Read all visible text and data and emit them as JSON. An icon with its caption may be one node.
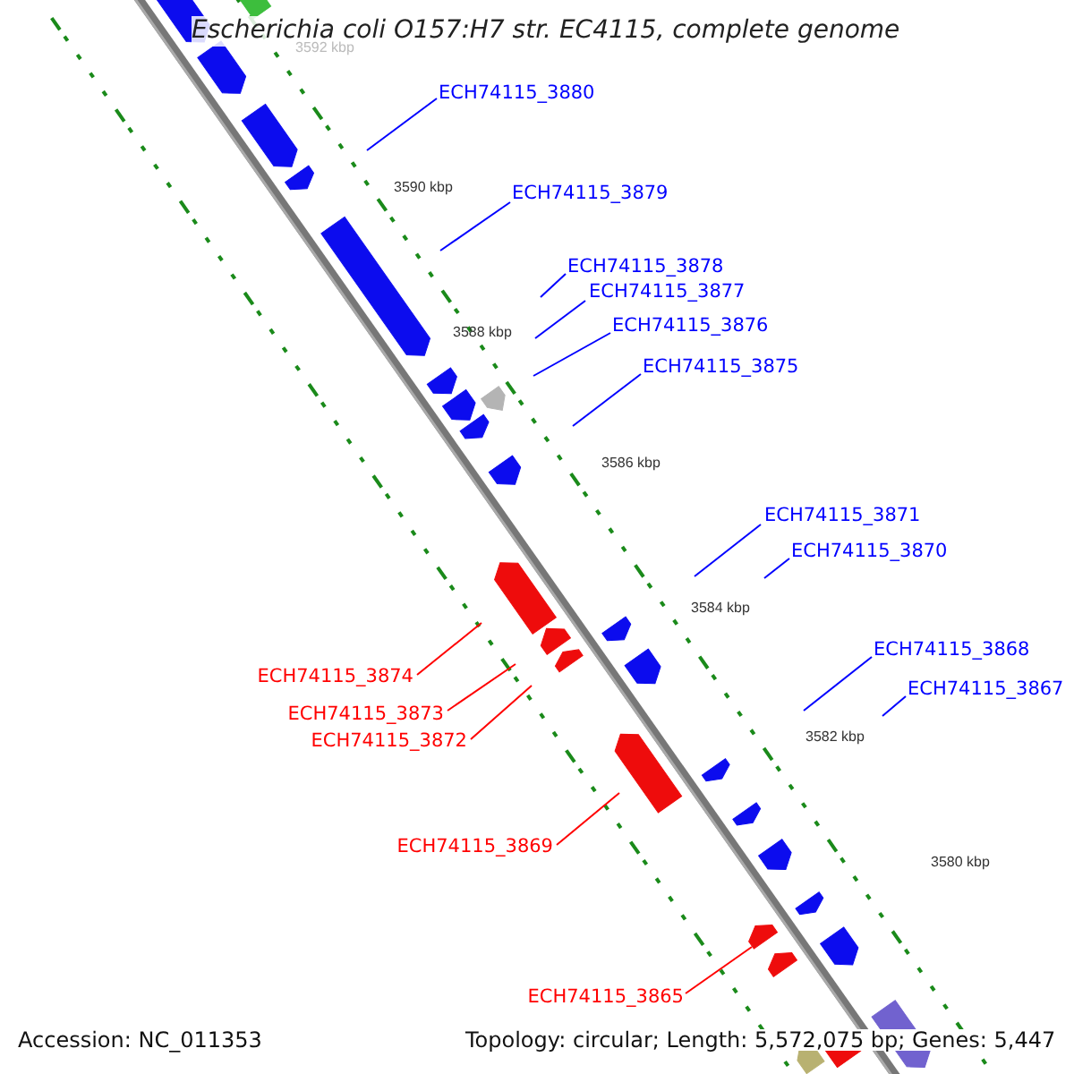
{
  "diagram": {
    "title": "Escherichia coli O157:H7 str. EC4115, complete genome",
    "nodes": [
      {
        "text": [
          "ECH74115_3880"
        ]
      },
      {
        "text": [
          "ECH74115_3879"
        ]
      },
      {
        "text": [
          "ECH74115_3878"
        ]
      },
      {
        "text": [
          "ECH74115_3877"
        ]
      },
      {
        "text": [
          "ECH74115_3876"
        ]
      },
      {
        "text": [
          "ECH74115_3875"
        ]
      },
      {
        "text": [
          "ECH74115_3871"
        ]
      },
      {
        "text": [
          "ECH74115_3870"
        ]
      },
      {
        "text": [
          "ECH74115_3868"
        ]
      },
      {
        "text": [
          "ECH74115_3874"
        ]
      },
      {
        "text": [
          "ECH74115_3867"
        ]
      },
      {
        "text": [
          "ECH74115_3873"
        ]
      },
      {
        "text": [
          "ECH74115_3872"
        ]
      },
      {
        "text": [
          "ECH74115_3869"
        ]
      },
      {
        "text": [
          "ECH74115_3865"
        ]
      }
    ],
    "edges": [
      {
        "from": 0,
        "to": null,
        "arrow": "none"
      },
      {
        "from": 1,
        "to": null,
        "arrow": "none"
      },
      {
        "from": 2,
        "to": null,
        "arrow": "none"
      },
      {
        "from": 3,
        "to": null,
        "arrow": "none"
      },
      {
        "from": 4,
        "to": null,
        "arrow": "none"
      },
      {
        "from": 5,
        "to": null,
        "arrow": "none"
      },
      {
        "from": 6,
        "to": null,
        "arrow": "none"
      },
      {
        "from": 7,
        "to": null,
        "arrow": "none"
      },
      {
        "from": 8,
        "to": null,
        "arrow": "none"
      },
      {
        "from": 9,
        "to": null,
        "arrow": "none",
        "color": "#ff0000"
      },
      {
        "from": 10,
        "to": null,
        "arrow": "none"
      },
      {
        "from": 11,
        "to": null,
        "arrow": "none",
        "color": "#ff0000"
      },
      {
        "from": 12,
        "to": null,
        "arrow": "none",
        "color": "#ff0000"
      },
      {
        "from": 13,
        "to": null,
        "arrow": "none",
        "color": "#ff0000"
      },
      {
        "from": 14,
        "to": null,
        "arrow": "none",
        "color": "#ff0000"
      }
    ],
    "labels": [
      "3592 kbp",
      "3590 kbp",
      "3588 kbp",
      "3586 kbp",
      "3584 kbp",
      "3582 kbp",
      "3580 kbp",
      "Accession: NC_011353",
      "Topology: circular; Length: 5,572,075 bp; Genes: 5,447"
    ]
  }
}
